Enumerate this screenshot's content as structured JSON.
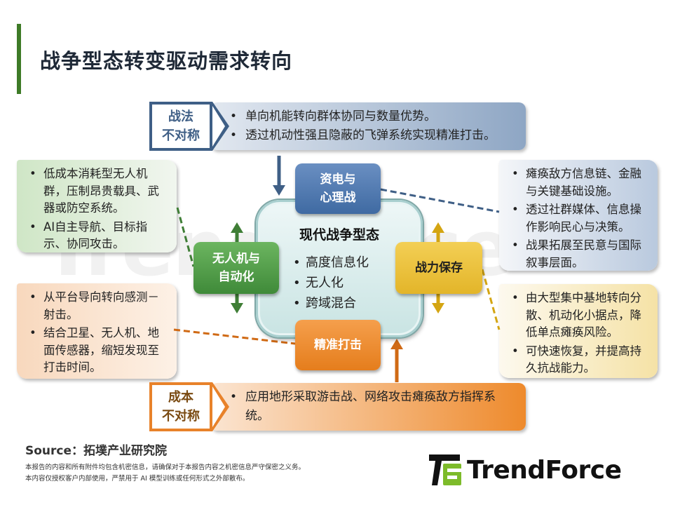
{
  "header": {
    "title": "战争型态转变驱动需求转向"
  },
  "watermark": {
    "text": "TrendForce"
  },
  "top_band": {
    "tag_lines": [
      "战法",
      "不对称"
    ],
    "bullets": [
      "单向机能转向群体协同与数量优势。",
      "透过机动性强且隐蔽的飞弹系统实现精准打击。"
    ],
    "color": "#4a6a96"
  },
  "bottom_band": {
    "tag_lines": [
      "成本",
      "不对称"
    ],
    "bullets": [
      "应用地形采取游击战、网络攻击瘫痪敌方指挥系统。"
    ],
    "color": "#e8822a"
  },
  "core": {
    "title": "现代战争型态",
    "bullets": [
      "高度信息化",
      "无人化",
      "跨域混合"
    ]
  },
  "nodes": {
    "top": {
      "lines": [
        "资电与",
        "心理战"
      ],
      "color": "#4a72a8"
    },
    "left": {
      "lines": [
        "无人机与",
        "自动化"
      ],
      "color": "#52a04a"
    },
    "right": {
      "lines": [
        "战力保存"
      ],
      "color": "#eec23c"
    },
    "bottom": {
      "lines": [
        "精准打击"
      ],
      "color": "#ee8a2c"
    }
  },
  "callouts": {
    "top_left": {
      "bullets": [
        "低成本消耗型无人机群，压制昂贵载具、武器或防空系统。",
        "AI自主导航、目标指示、协同攻击。"
      ]
    },
    "bottom_left": {
      "bullets": [
        "从平台导向转向感测－射击。",
        "结合卫星、无人机、地面传感器，缩短发现至打击时间。"
      ]
    },
    "top_right": {
      "bullets": [
        "瘫痪敌方信息链、金融与关键基础设施。",
        "透过社群媒体、信息操作影响民心与决策。",
        "战果拓展至民意与国际叙事层面。"
      ]
    },
    "bottom_right": {
      "bullets": [
        "由大型集中基地转向分散、机动化小据点，降低单点瘫痪风险。",
        "可快速恢复，并提高持久抗战能力。"
      ]
    }
  },
  "footer": {
    "source": "Source：拓墣产业研究院",
    "disclaimer": [
      "本报告的内容和所有附件均包含机密信息，请确保对于本报告内容之机密信息严守保密之义务。",
      "本内容仅授权客户内部使用，严禁用于 AI 模型训练或任何形式之外部散布。"
    ],
    "logo_text": "TrendForce"
  }
}
